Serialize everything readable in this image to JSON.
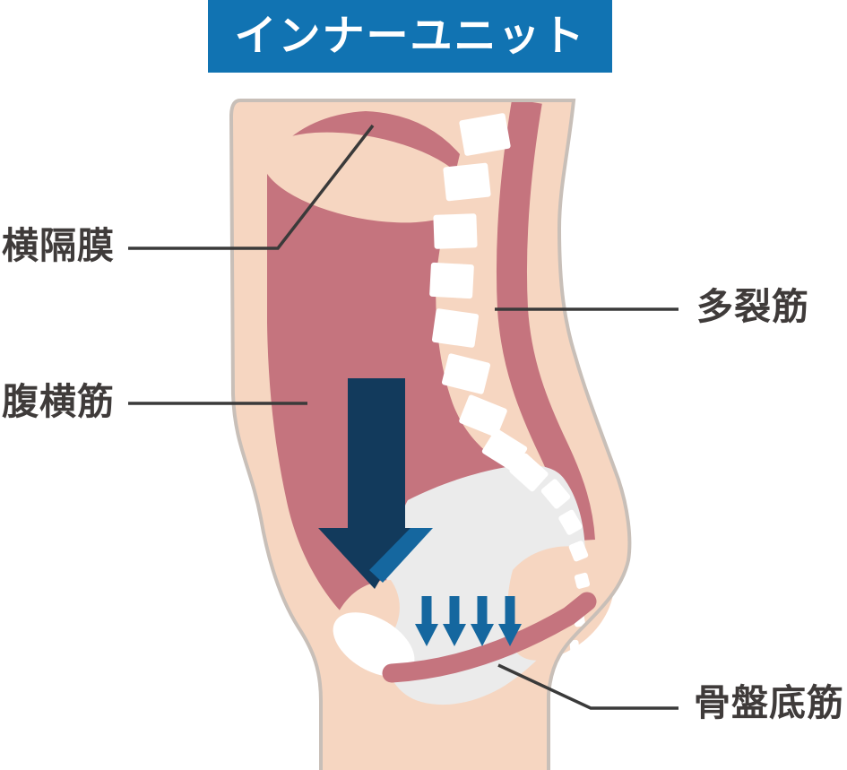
{
  "title": {
    "text": "インナーユニット"
  },
  "labels": {
    "diaphragm": "横隔膜",
    "transverse_abdominis": "腹横筋",
    "multifidus": "多裂筋",
    "pelvic_floor": "骨盤底筋"
  },
  "icons": {
    "large_down_arrow": "down-arrow",
    "small_down_arrows": {
      "name": "down-arrow",
      "count": 4
    }
  },
  "colors": {
    "banner_blue": "#1173b2",
    "title_text": "#ffffff",
    "skin": "#f6d6c1",
    "muscle_rose": "#c5747e",
    "bone_white": "#ffffff",
    "pelvis_gray": "#ebebeb",
    "outline_gray": "#c8bfb8",
    "arrow_navy": "#123a5c",
    "arrow_blue": "#15679f",
    "label_text": "#3f3b3a",
    "leader_line": "#3a3a3a"
  }
}
